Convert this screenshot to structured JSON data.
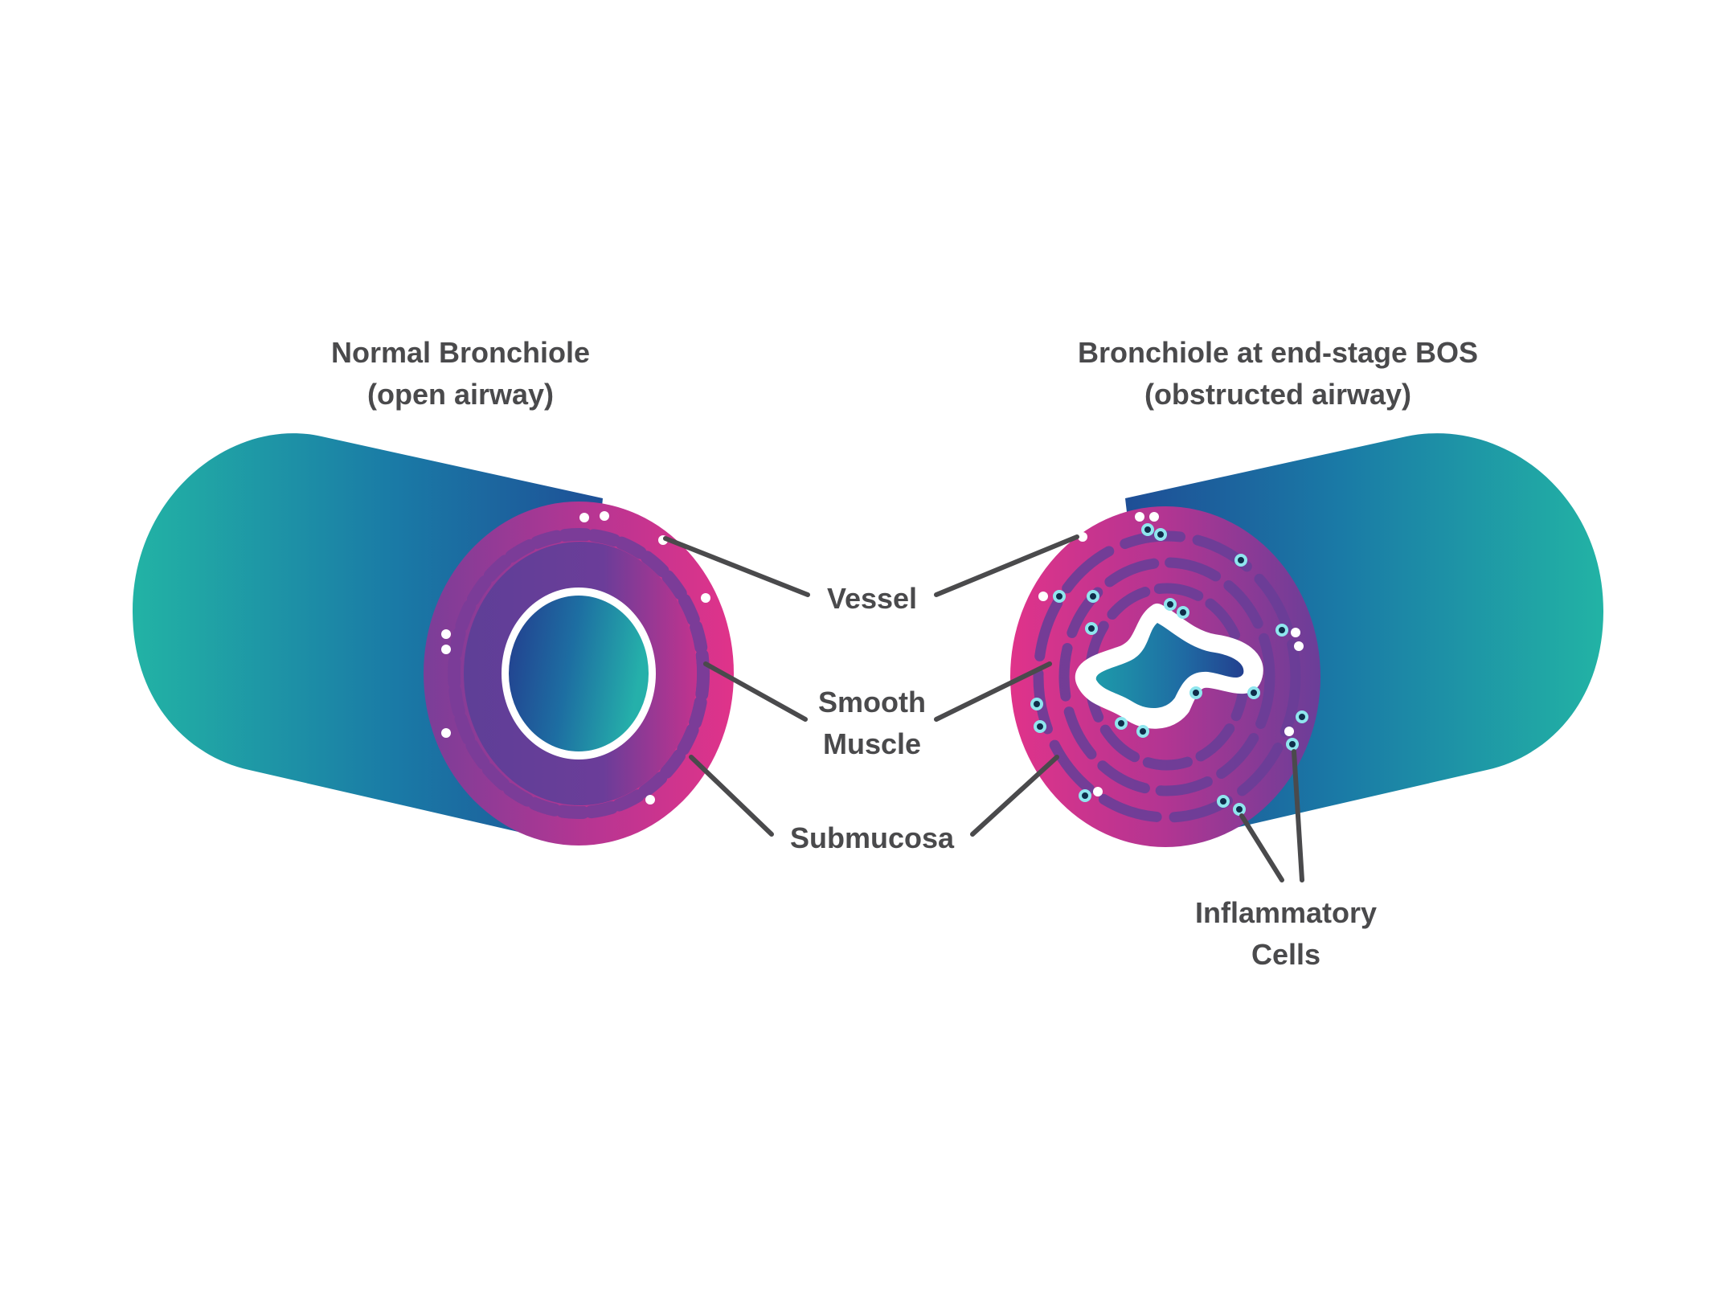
{
  "titles": {
    "normal": {
      "line1": "Normal Bronchiole",
      "line2": "(open airway)"
    },
    "bos": {
      "line1": "Bronchiole at end-stage BOS",
      "line2": "(obstructed airway)"
    }
  },
  "labels": {
    "vessel": "Vessel",
    "smooth_muscle": {
      "line1": "Smooth",
      "line2": "Muscle"
    },
    "submucosa": "Submucosa",
    "inflammatory_cells": {
      "line1": "Inflammatory",
      "line2": "Cells"
    }
  },
  "colors": {
    "teal": "#22b3a5",
    "blue": "#1c5b99",
    "navy": "#233f8f",
    "purple": "#6a3e98",
    "magenta": "#d8328a",
    "label_text": "#4a4a4c",
    "leader_line": "#4a4a4c"
  }
}
